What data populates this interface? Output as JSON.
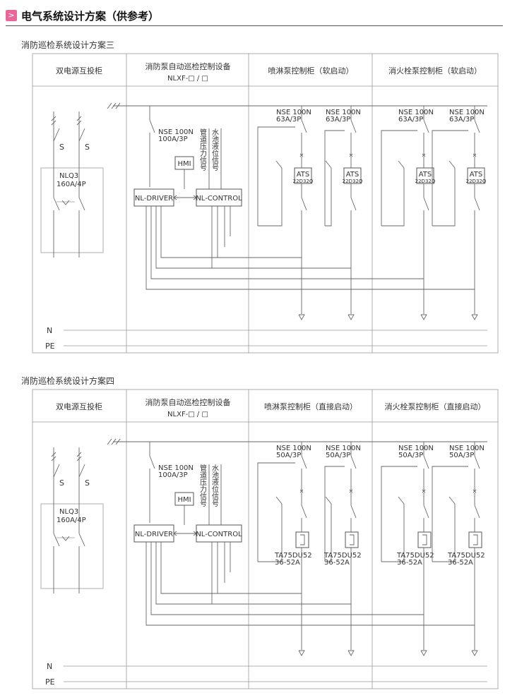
{
  "header": {
    "icon": ">",
    "title": "电气系统设计方案（供参考）"
  },
  "scheme3": {
    "title": "消防巡检系统设计方案三",
    "columns": {
      "dual": "双电源互投柜",
      "ctrl": "消防泵自动巡检控制设备",
      "model": "NLXF-□ / □",
      "spray": "喷淋泵控制柜（软启动）",
      "hydrant": "消火栓泵控制柜（软启动）"
    },
    "switch_labels": {
      "s1": "S",
      "s2": "S",
      "nlq_model": "NLQ3",
      "nlq_rating": "160A/4P"
    },
    "ctrl_breaker": {
      "model": "NSE 100N",
      "rating": "100A/3P"
    },
    "hmi": "HMI",
    "driver": "NL-DRIVER",
    "control": "NL-CONTROL",
    "signals": {
      "pressure": "管道压力信号",
      "level": "水池液位信号"
    },
    "breakers": [
      {
        "model": "NSE 100N",
        "rating": "63A/3P"
      },
      {
        "model": "NSE 100N",
        "rating": "63A/3P"
      },
      {
        "model": "NSE 100N",
        "rating": "63A/3P"
      },
      {
        "model": "NSE 100N",
        "rating": "63A/3P"
      }
    ],
    "starters": [
      {
        "label": "ATS",
        "sub": "22D32Q"
      },
      {
        "label": "ATS",
        "sub": "22D32Q"
      },
      {
        "label": "ATS",
        "sub": "22D32Q"
      },
      {
        "label": "ATS",
        "sub": "22D32Q"
      }
    ],
    "bus": {
      "n": "N",
      "pe": "PE"
    }
  },
  "scheme4": {
    "title": "消防巡检系统设计方案四",
    "columns": {
      "dual": "双电源互投柜",
      "ctrl": "消防泵自动巡检控制设备",
      "model": "NLXF-□ / □",
      "spray": "喷淋泵控制柜（直接启动）",
      "hydrant": "消火栓泵控制柜（直接启动）"
    },
    "switch_labels": {
      "s1": "S",
      "s2": "S",
      "nlq_model": "NLQ3",
      "nlq_rating": "160A/4P"
    },
    "ctrl_breaker": {
      "model": "NSE 100N",
      "rating": "100A/3P"
    },
    "hmi": "HMI",
    "driver": "NL-DRIVER",
    "control": "NL-CONTROL",
    "signals": {
      "pressure": "管道压力信号",
      "level": "水池液位信号"
    },
    "breakers": [
      {
        "model": "NSE 100N",
        "rating": "50A/3P"
      },
      {
        "model": "NSE 100N",
        "rating": "50A/3P"
      },
      {
        "model": "NSE 100N",
        "rating": "50A/3P"
      },
      {
        "model": "NSE 100N",
        "rating": "50A/3P"
      }
    ],
    "relays": [
      {
        "model": "TA75DU52",
        "range": "36-52A"
      },
      {
        "model": "TA75DU52",
        "range": "36-52A"
      },
      {
        "model": "TA75DU52",
        "range": "36-52A"
      },
      {
        "model": "TA75DU52",
        "range": "36-52A"
      }
    ],
    "bus": {
      "n": "N",
      "pe": "PE"
    }
  }
}
